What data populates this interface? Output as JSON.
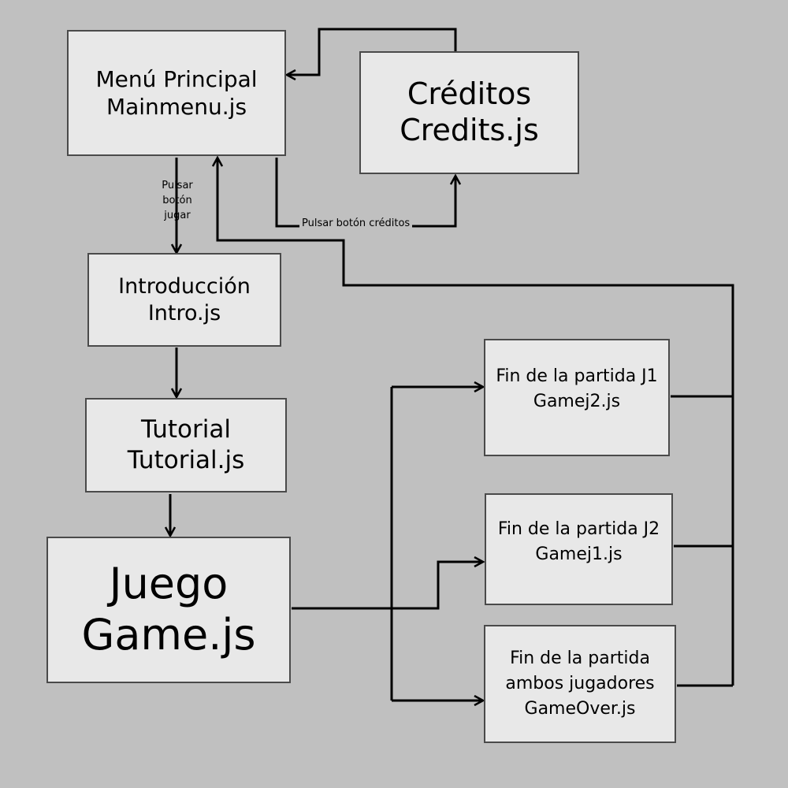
{
  "nodes": {
    "mainmenu": {
      "line1": "Menú Principal",
      "line2": "Mainmenu.js"
    },
    "credits": {
      "line1": "Créditos",
      "line2": "Credits.js"
    },
    "intro": {
      "line1": "Introducción",
      "line2": "Intro.js"
    },
    "tutorial": {
      "line1": "Tutorial",
      "line2": "Tutorial.js"
    },
    "game": {
      "line1": "Juego",
      "line2": "Game.js"
    },
    "end_j1": {
      "line1": "Fin de la partida J1",
      "line2": "Gamej2.js"
    },
    "end_j2": {
      "line1": "Fin de la partida J2",
      "line2": "Gamej1.js"
    },
    "end_both": {
      "line1": "Fin de la partida",
      "line2": "ambos jugadores",
      "line3": "GameOver.js"
    }
  },
  "edges": {
    "play_label": {
      "line1": "Pulsar",
      "line2": "botón",
      "line3": "jugar"
    },
    "credits_label": "Pulsar botón créditos"
  }
}
